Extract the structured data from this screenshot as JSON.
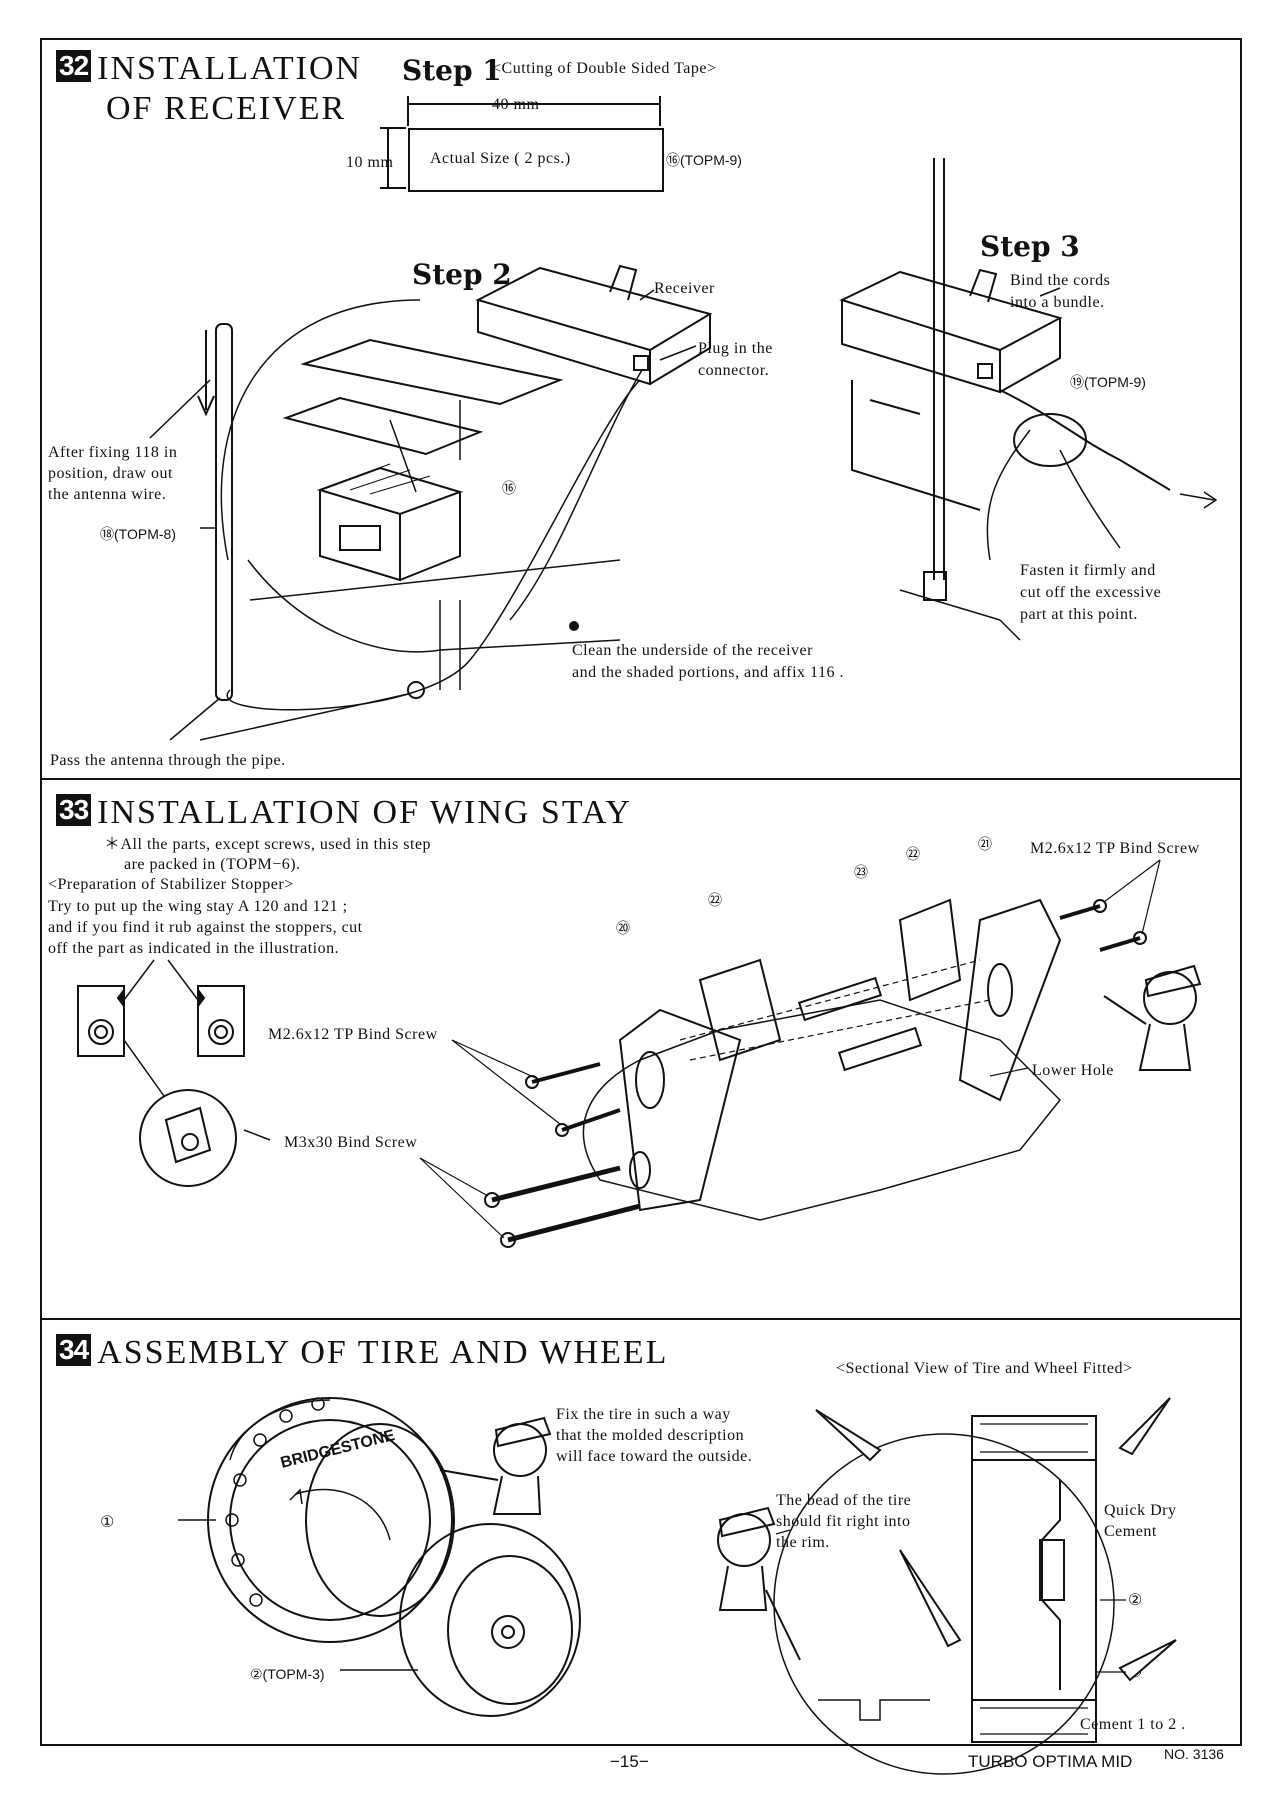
{
  "sec32": {
    "num": "32",
    "title_line1": "INSTALLATION",
    "title_line2": "OF RECEIVER",
    "step1": {
      "label": "Step 1",
      "caption": "<Cutting of Double Sided Tape>",
      "width_dim": "40 mm",
      "height_dim": "10 mm",
      "box_text": "Actual Size  ( 2 pcs.)",
      "part_ref": "⑯(TOPM-9)"
    },
    "step2": {
      "label": "Step 2",
      "receiver": "Receiver",
      "plug_l1": "Plug in the",
      "plug_l2": "connector.",
      "after_l1": "After fixing 118 in",
      "after_l2": "position, draw out",
      "after_l3": "the antenna wire.",
      "pipe_ref": "⑱(TOPM-8)",
      "tape_ref": "⑯",
      "clean_l1": "Clean the underside of the receiver",
      "clean_l2": "and the shaded portions, and affix 116 .",
      "pass": "Pass the antenna through the pipe."
    },
    "step3": {
      "label": "Step 3",
      "bind_l1": "Bind the cords",
      "bind_l2": "into a bundle.",
      "tie_ref": "⑲(TOPM-9)",
      "fasten_l1": "Fasten it firmly and",
      "fasten_l2": "cut off the excessive",
      "fasten_l3": "part at this point."
    }
  },
  "sec33": {
    "num": "33",
    "title": "INSTALLATION OF WING STAY",
    "note_l1": "＊All the parts, except screws, used in this step",
    "note_l2": "are packed in  (TOPM−6).",
    "prep": "<Preparation of Stabilizer Stopper>",
    "try_l1": "Try to put up the wing stay A 120 and 121 ;",
    "try_l2": "and if you find it rub against the stoppers, cut",
    "try_l3": "off the part as indicated in the illustration.",
    "screw_a": "M2.6x12 TP Bind Screw",
    "screw_b": "M3x30 Bind Screw",
    "screw_c": "M2.6x12 TP Bind Screw",
    "lower_hole": "Lower Hole",
    "p120": "⑳",
    "p121": "㉑",
    "p122": "㉒",
    "p123": "㉓"
  },
  "sec34": {
    "num": "34",
    "title": "ASSEMBLY OF TIRE AND WHEEL",
    "section_caption": "<Sectional View of Tire and Wheel Fitted>",
    "fix_l1": "Fix the tire in such a way",
    "fix_l2": "that the molded description",
    "fix_l3": "will face toward the outside.",
    "bead_l1": "The bead of the tire",
    "bead_l2": "should fit right into",
    "bead_l3": "the rim.",
    "quick_l1": "Quick Dry",
    "quick_l2": "Cement",
    "tire_ref": "①",
    "wheel_ref": "②(TOPM-3)",
    "sec_2": "②",
    "sec_1": "①",
    "cement": "Cement 1 to 2 .",
    "brand": "BRIDGESTONE"
  },
  "footer": {
    "page": "−15−",
    "model": "TURBO OPTIMA MID",
    "no": "NO. 3136"
  }
}
